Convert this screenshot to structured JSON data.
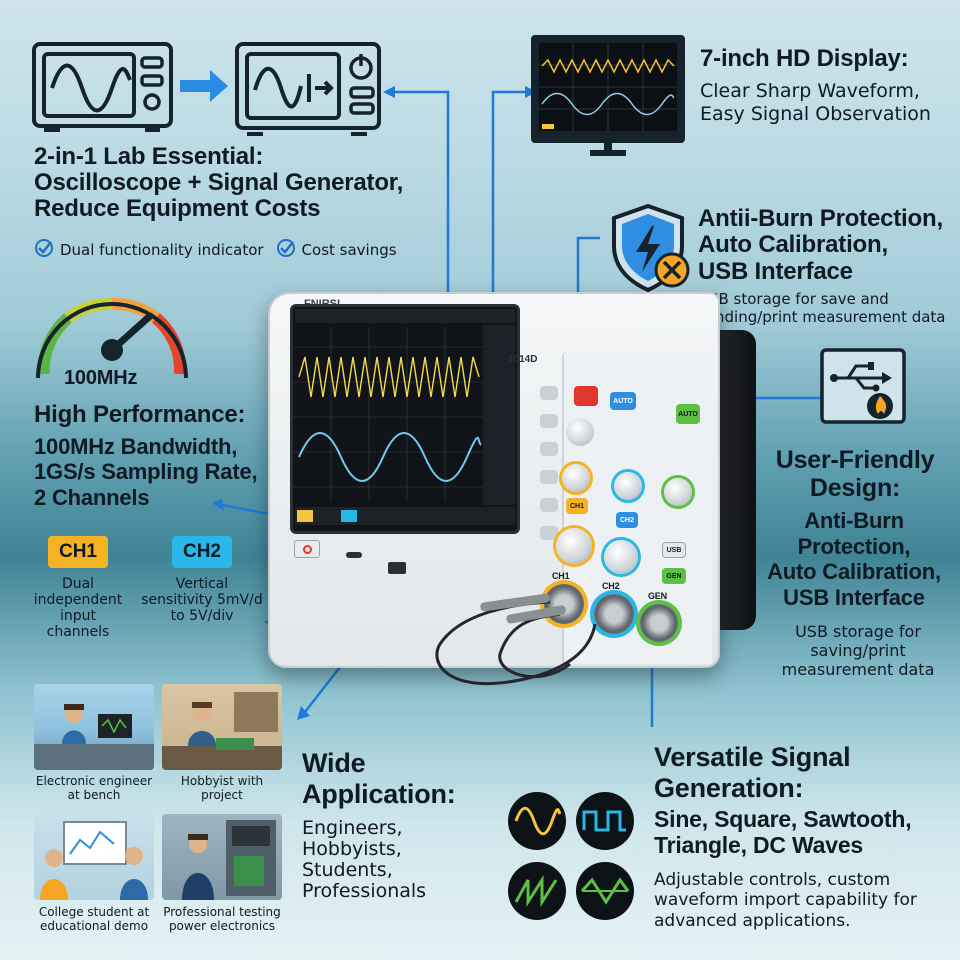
{
  "two_in_one": {
    "title_line1": "2-in-1 Lab Essential:",
    "title_line2": "Oscilloscope + Signal Generator,",
    "title_line3": "Reduce Equipment Costs",
    "check1": "Dual functionality indicator",
    "check2": "Cost savings"
  },
  "display": {
    "title": "7-inch HD Display:",
    "line1": "Clear Sharp Waveform,",
    "line2": "Easy Signal Observation"
  },
  "protection": {
    "line1": "Antii-Burn Protection,",
    "line2": "Auto Calibration,",
    "line3": "USB Interface",
    "sub1": "USB storage for save and",
    "sub2": "sanding/print measurement data"
  },
  "performance": {
    "gauge_label": "100MHz",
    "title": "High Performance:",
    "line1": "100MHz Bandwidth,",
    "line2": "1GS/s Sampling Rate,",
    "line3": "2 Channels"
  },
  "channels": {
    "ch1_label": "CH1",
    "ch1_desc1": "Dual",
    "ch1_desc2": "independent",
    "ch1_desc3": "input channels",
    "ch2_label": "CH2",
    "ch2_desc1": "Vertical",
    "ch2_desc2": "sensitivity 5mV/d",
    "ch2_desc3": "to 5V/div"
  },
  "user_friendly": {
    "title1": "User-Friendly",
    "title2": "Design:",
    "line1": "Anti-Burn",
    "line2": "Protection,",
    "line3": "Auto Calibration,",
    "line4": "USB Interface",
    "sub1": "USB storage for",
    "sub2": "saving/print",
    "sub3": "measurement data"
  },
  "application": {
    "title1": "Wide",
    "title2": "Application:",
    "line1": "Engineers,",
    "line2": "Hobbyists,",
    "line3": "Students,",
    "line4": "Professionals",
    "cap1a": "Electronic engineer",
    "cap1b": "at bench",
    "cap2a": "Hobbyist with",
    "cap2b": "project",
    "cap3a": "College student at",
    "cap3b": "educational demo",
    "cap4a": "Professional testing",
    "cap4b": "power electronics"
  },
  "signal": {
    "title1": "Versatile Signal",
    "title2": "Generation:",
    "line1": "Sine, Square, Sawtooth,",
    "line2": "Triangle, DC Waves",
    "desc1": "Adjustable controls, custom",
    "desc2": "waveform import capability for",
    "desc3": "advanced applications."
  },
  "device": {
    "brand": "FNIRSI",
    "model": "1014D",
    "ch1": "CH1",
    "ch2": "CH2",
    "gen": "GEN",
    "auto": "AUTO",
    "usb": "USB"
  },
  "colors": {
    "ch1": "#f5b323",
    "ch2": "#29b6e8",
    "gen": "#59c13c",
    "accent_line": "#1f7ad6"
  }
}
